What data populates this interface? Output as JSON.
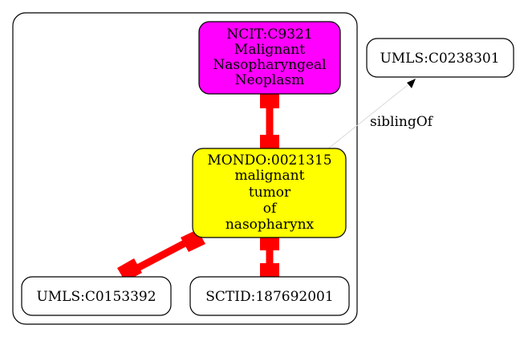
{
  "nodes": {
    "ncit": {
      "lines": [
        "NCIT:C9321",
        "Malignant",
        "Nasopharyngeal",
        "Neoplasm"
      ],
      "fill": "#ff00ff"
    },
    "mondo": {
      "lines": [
        "MONDO:0021315",
        "malignant",
        "tumor",
        "of",
        "nasopharynx"
      ],
      "fill": "#ffff00"
    },
    "umls_c0238301": {
      "lines": [
        "UMLS:C0238301"
      ],
      "fill": "#ffffff"
    },
    "umls_c0153392": {
      "lines": [
        "UMLS:C0153392"
      ],
      "fill": "#ffffff"
    },
    "sctid": {
      "lines": [
        "SCTID:187692001"
      ],
      "fill": "#ffffff"
    }
  },
  "edges": {
    "sibling_label": "siblingOf"
  },
  "colors": {
    "equivalence_edge": "#ff0000",
    "sibling_edge": "#d9d9d9",
    "stroke": "#000000"
  }
}
